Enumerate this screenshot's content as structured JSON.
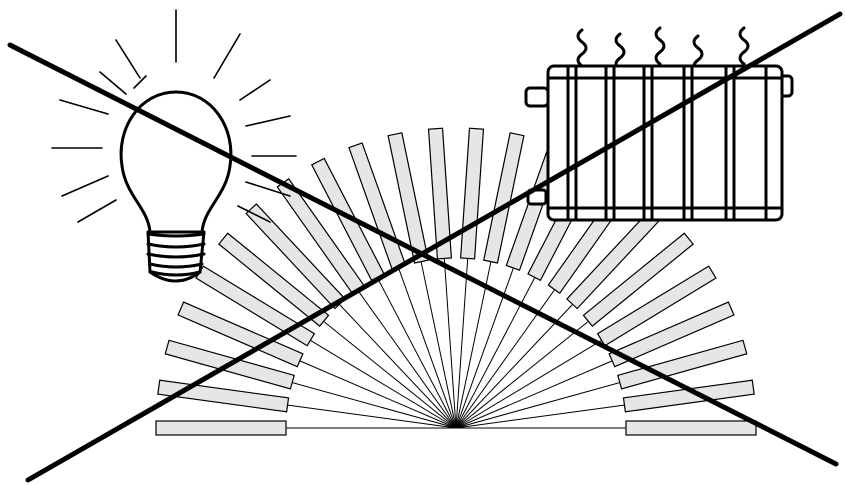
{
  "illustration": {
    "elements": [
      "light-bulb",
      "radiator",
      "radiating-fan",
      "crossed-out-lines"
    ],
    "colors": {
      "stroke": "#000000",
      "fill_light": "#e6e6e6",
      "background": "#ffffff"
    }
  }
}
